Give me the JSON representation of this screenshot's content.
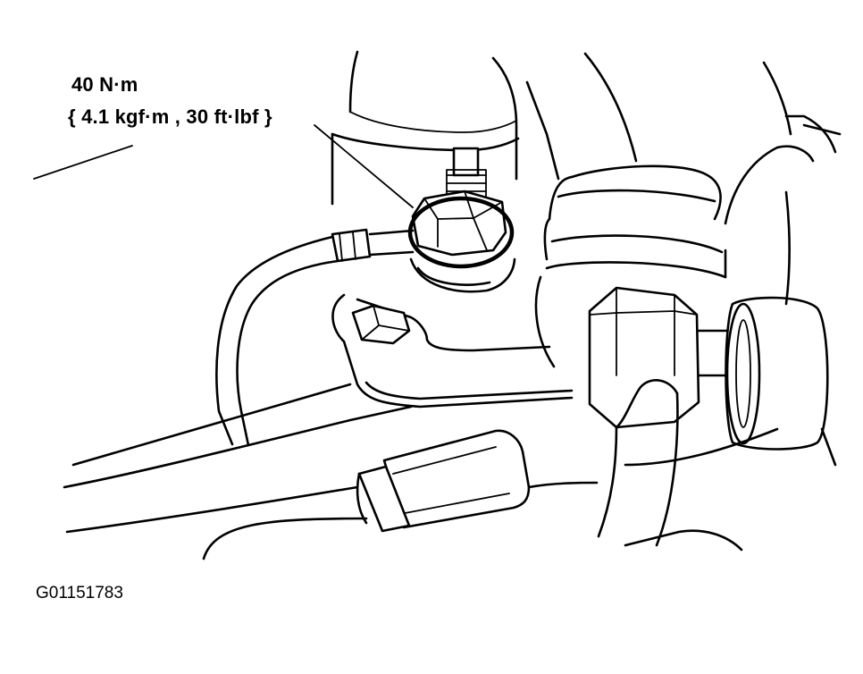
{
  "diagram": {
    "torque_label": {
      "value": "40 N·m",
      "conversion": "{ 4.1 kgf·m , 30 ft·lbf }"
    },
    "figure_code": "G01151783"
  }
}
